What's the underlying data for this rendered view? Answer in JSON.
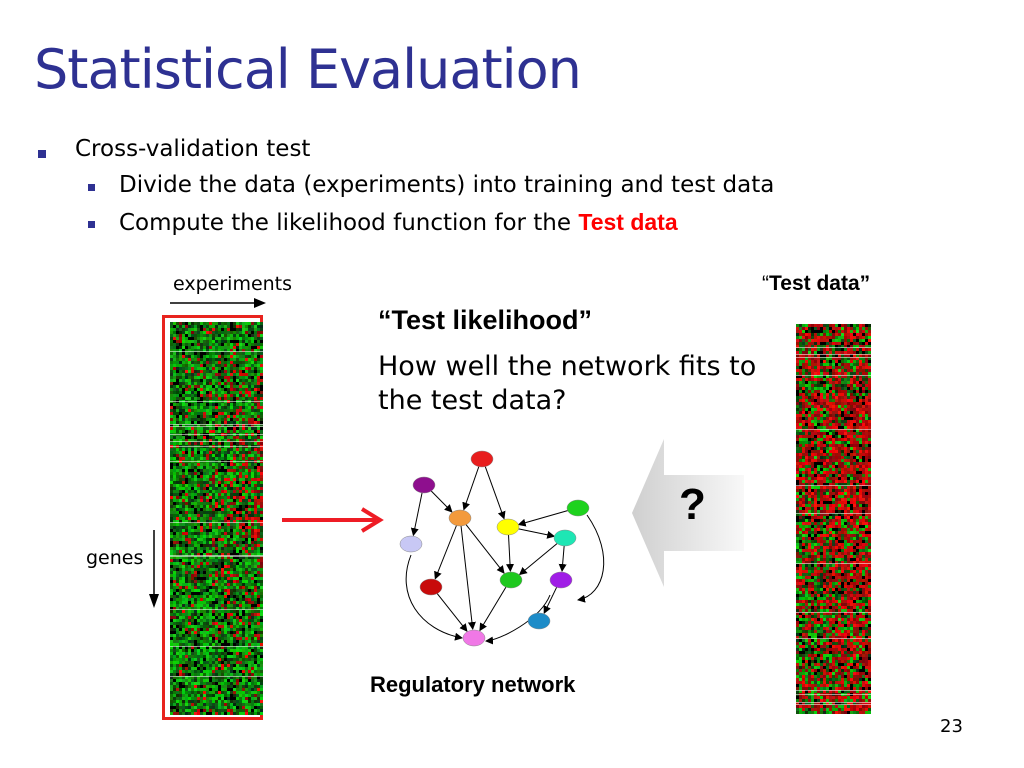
{
  "slide": {
    "title": "Statistical Evaluation",
    "bullets": [
      {
        "level": 1,
        "text": "Cross-validation test"
      },
      {
        "level": 2,
        "text": "Divide the data (experiments) into training and test data"
      },
      {
        "level": 2,
        "text": "Compute the likelihood function for the ",
        "highlight": "Test data"
      }
    ],
    "page_number": "23"
  },
  "diagram": {
    "experiments_label": "experiments",
    "genes_label": "genes",
    "test_likelihood_title": "Test likelihood",
    "test_likelihood_desc": "How well the network fits to the test data?",
    "test_data_label": "Test data",
    "network_label": "Regulatory network",
    "question_mark": "?",
    "colors": {
      "title": "#2e3192",
      "bullet": "#2e3192",
      "highlight": "#ff0000",
      "border_red": "#e8231e",
      "arrow_red": "#ee1c25",
      "heat_green": "#1ec81e",
      "heat_red": "#ff0000"
    },
    "network_nodes": [
      {
        "id": "n1",
        "color": "#e81e1e"
      },
      {
        "id": "n2",
        "color": "#8e0f8e"
      },
      {
        "id": "n3",
        "color": "#f39a3c"
      },
      {
        "id": "n4",
        "color": "#ffff00"
      },
      {
        "id": "n5",
        "color": "#1ed21e"
      },
      {
        "id": "n6",
        "color": "#c8c8f5"
      },
      {
        "id": "n7",
        "color": "#1ee6b4"
      },
      {
        "id": "n8",
        "color": "#c80a0a"
      },
      {
        "id": "n9",
        "color": "#1ec81e"
      },
      {
        "id": "n10",
        "color": "#a01ee6"
      },
      {
        "id": "n11",
        "color": "#f078e6"
      },
      {
        "id": "n12",
        "color": "#1e8cc8"
      }
    ]
  }
}
